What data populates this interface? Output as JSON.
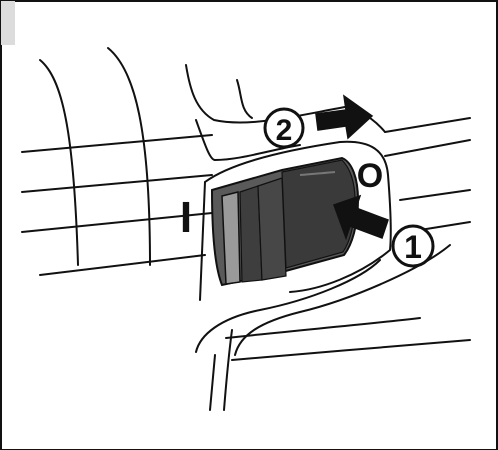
{
  "diagram": {
    "marks": {
      "on_symbol": "I",
      "off_symbol": "O"
    },
    "steps": [
      {
        "number": "1"
      },
      {
        "number": "2"
      }
    ],
    "icons": {
      "push_arrow": "arrow-icon",
      "slide_arrow": "arrow-icon"
    },
    "colors": {
      "line": "#111111",
      "switch_dark": "#3a3a3a",
      "switch_mid": "#6a6a6a",
      "switch_light": "#9a9a9a",
      "background": "#ffffff"
    }
  }
}
